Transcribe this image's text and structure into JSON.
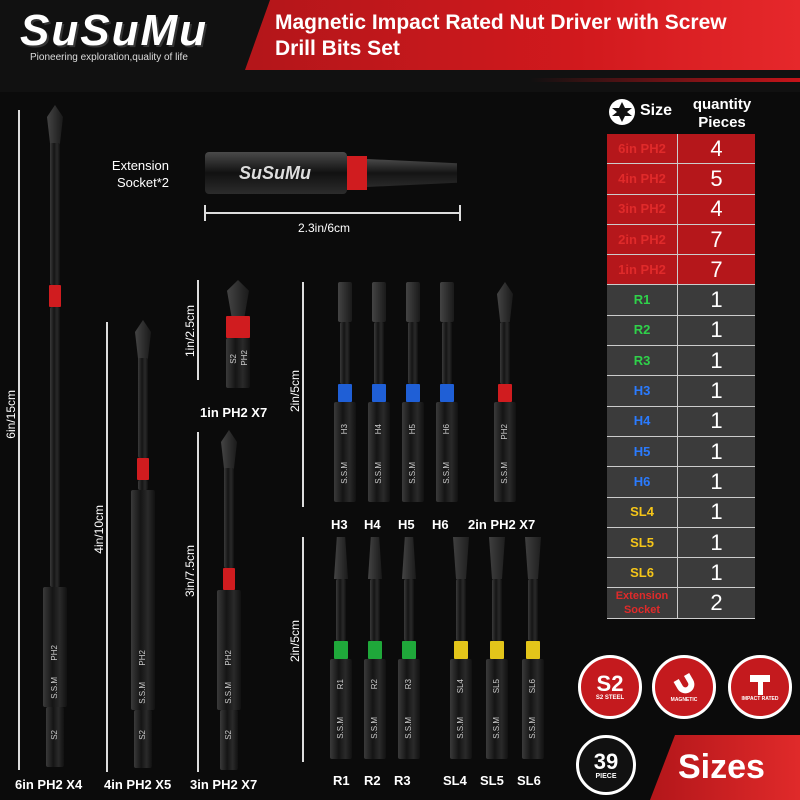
{
  "brand": {
    "logo": "SuSuMu",
    "tagline": "Pioneering exploration,quality of life",
    "mark_text": "SuSuMu"
  },
  "title": {
    "line1": "Magnetic Impact Rated Nut Driver with Screw",
    "line2": "Drill Bits Set"
  },
  "extension": {
    "label_line1": "Extension",
    "label_line2": "Socket*2",
    "length": "2.3in/6cm"
  },
  "dimensions": {
    "six_in": "6in/15cm",
    "four_in": "4in/10cm",
    "three_in": "3in/7.5cm",
    "one_in": "1in/2.5cm",
    "two_in_top": "2in/5cm",
    "two_in_bottom": "2in/5cm"
  },
  "bit_labels": {
    "six": "6in PH2 X4",
    "four": "4in PH2 X5",
    "three": "3in PH2 X7",
    "one": "1in PH2 X7",
    "two": "2in PH2 X7",
    "hex_row": [
      "H3",
      "H4",
      "H5",
      "H6"
    ],
    "r_row": [
      "R1",
      "R2",
      "R3"
    ],
    "sl_row": [
      "SL4",
      "SL5",
      "SL6"
    ]
  },
  "bit_marks": {
    "ph2": "PH2",
    "s2": "S2",
    "brand": "S.S.M"
  },
  "ring_colors": {
    "red": "#d01c1f",
    "blue": "#1f5fd6",
    "green": "#1fa83a",
    "yellow": "#e3c51a"
  },
  "table": {
    "header_size": "Size",
    "header_qty_line1": "quantity",
    "header_qty_line2": "Pieces",
    "header_icon": "torx-icon",
    "rows": [
      {
        "size": "6in PH2",
        "qty": "4",
        "color": "#e02a2a",
        "bg": "#b5171b"
      },
      {
        "size": "4in PH2",
        "qty": "5",
        "color": "#e02a2a",
        "bg": "#b5171b"
      },
      {
        "size": "3in PH2",
        "qty": "4",
        "color": "#e02a2a",
        "bg": "#b5171b"
      },
      {
        "size": "2in PH2",
        "qty": "7",
        "color": "#e02a2a",
        "bg": "#b5171b"
      },
      {
        "size": "1in PH2",
        "qty": "7",
        "color": "#e02a2a",
        "bg": "#b5171b"
      },
      {
        "size": "R1",
        "qty": "1",
        "color": "#2fd14a",
        "bg": "#3b3b3b"
      },
      {
        "size": "R2",
        "qty": "1",
        "color": "#2fd14a",
        "bg": "#3b3b3b"
      },
      {
        "size": "R3",
        "qty": "1",
        "color": "#2fd14a",
        "bg": "#3b3b3b"
      },
      {
        "size": "H3",
        "qty": "1",
        "color": "#2a7bff",
        "bg": "#3b3b3b"
      },
      {
        "size": "H4",
        "qty": "1",
        "color": "#2a7bff",
        "bg": "#3b3b3b"
      },
      {
        "size": "H5",
        "qty": "1",
        "color": "#2a7bff",
        "bg": "#3b3b3b"
      },
      {
        "size": "H6",
        "qty": "1",
        "color": "#2a7bff",
        "bg": "#3b3b3b"
      },
      {
        "size": "SL4",
        "qty": "1",
        "color": "#f5c518",
        "bg": "#3b3b3b"
      },
      {
        "size": "SL5",
        "qty": "1",
        "color": "#f5c518",
        "bg": "#3b3b3b"
      },
      {
        "size": "SL6",
        "qty": "1",
        "color": "#f5c518",
        "bg": "#3b3b3b"
      },
      {
        "size": "Extension Socket",
        "qty": "2",
        "color": "#e02a2a",
        "bg": "#3b3b3b"
      }
    ]
  },
  "badges": {
    "s2_big": "S2",
    "s2_small": "S2 STEEL",
    "magnetic": "MAGNETIC",
    "impact": "IMPACT RATED",
    "count": "39",
    "count_unit": "PIECE",
    "sizes": "Sizes"
  }
}
